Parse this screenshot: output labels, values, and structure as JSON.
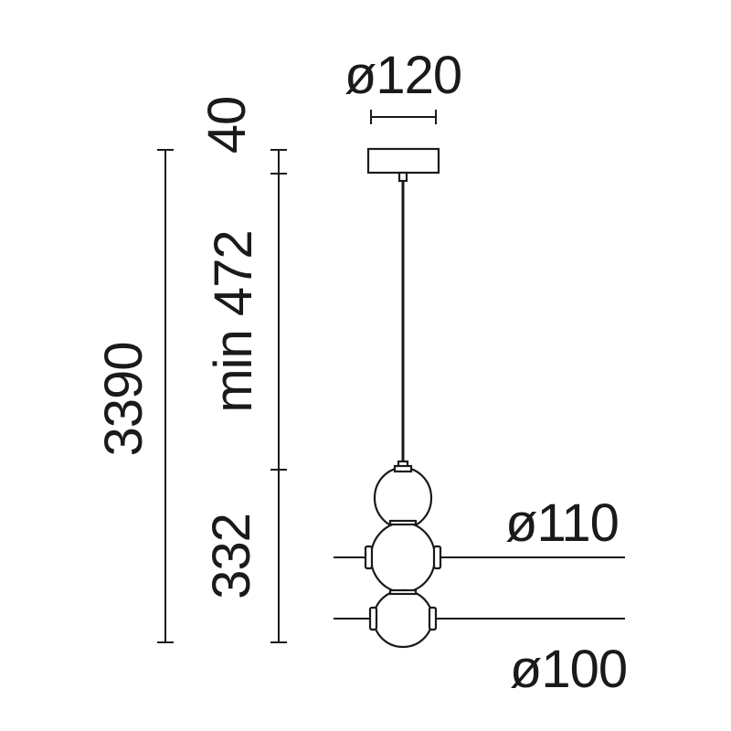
{
  "diagram": {
    "labels": {
      "canopy_diameter": "ø120",
      "canopy_height": "40",
      "cable_length": "min 472",
      "total_height": "3390",
      "body_height": "332",
      "large_sphere_diameter": "ø110",
      "small_sphere_diameter": "ø100"
    },
    "colors": {
      "line": "#1a1a1a",
      "background": "#ffffff"
    }
  }
}
